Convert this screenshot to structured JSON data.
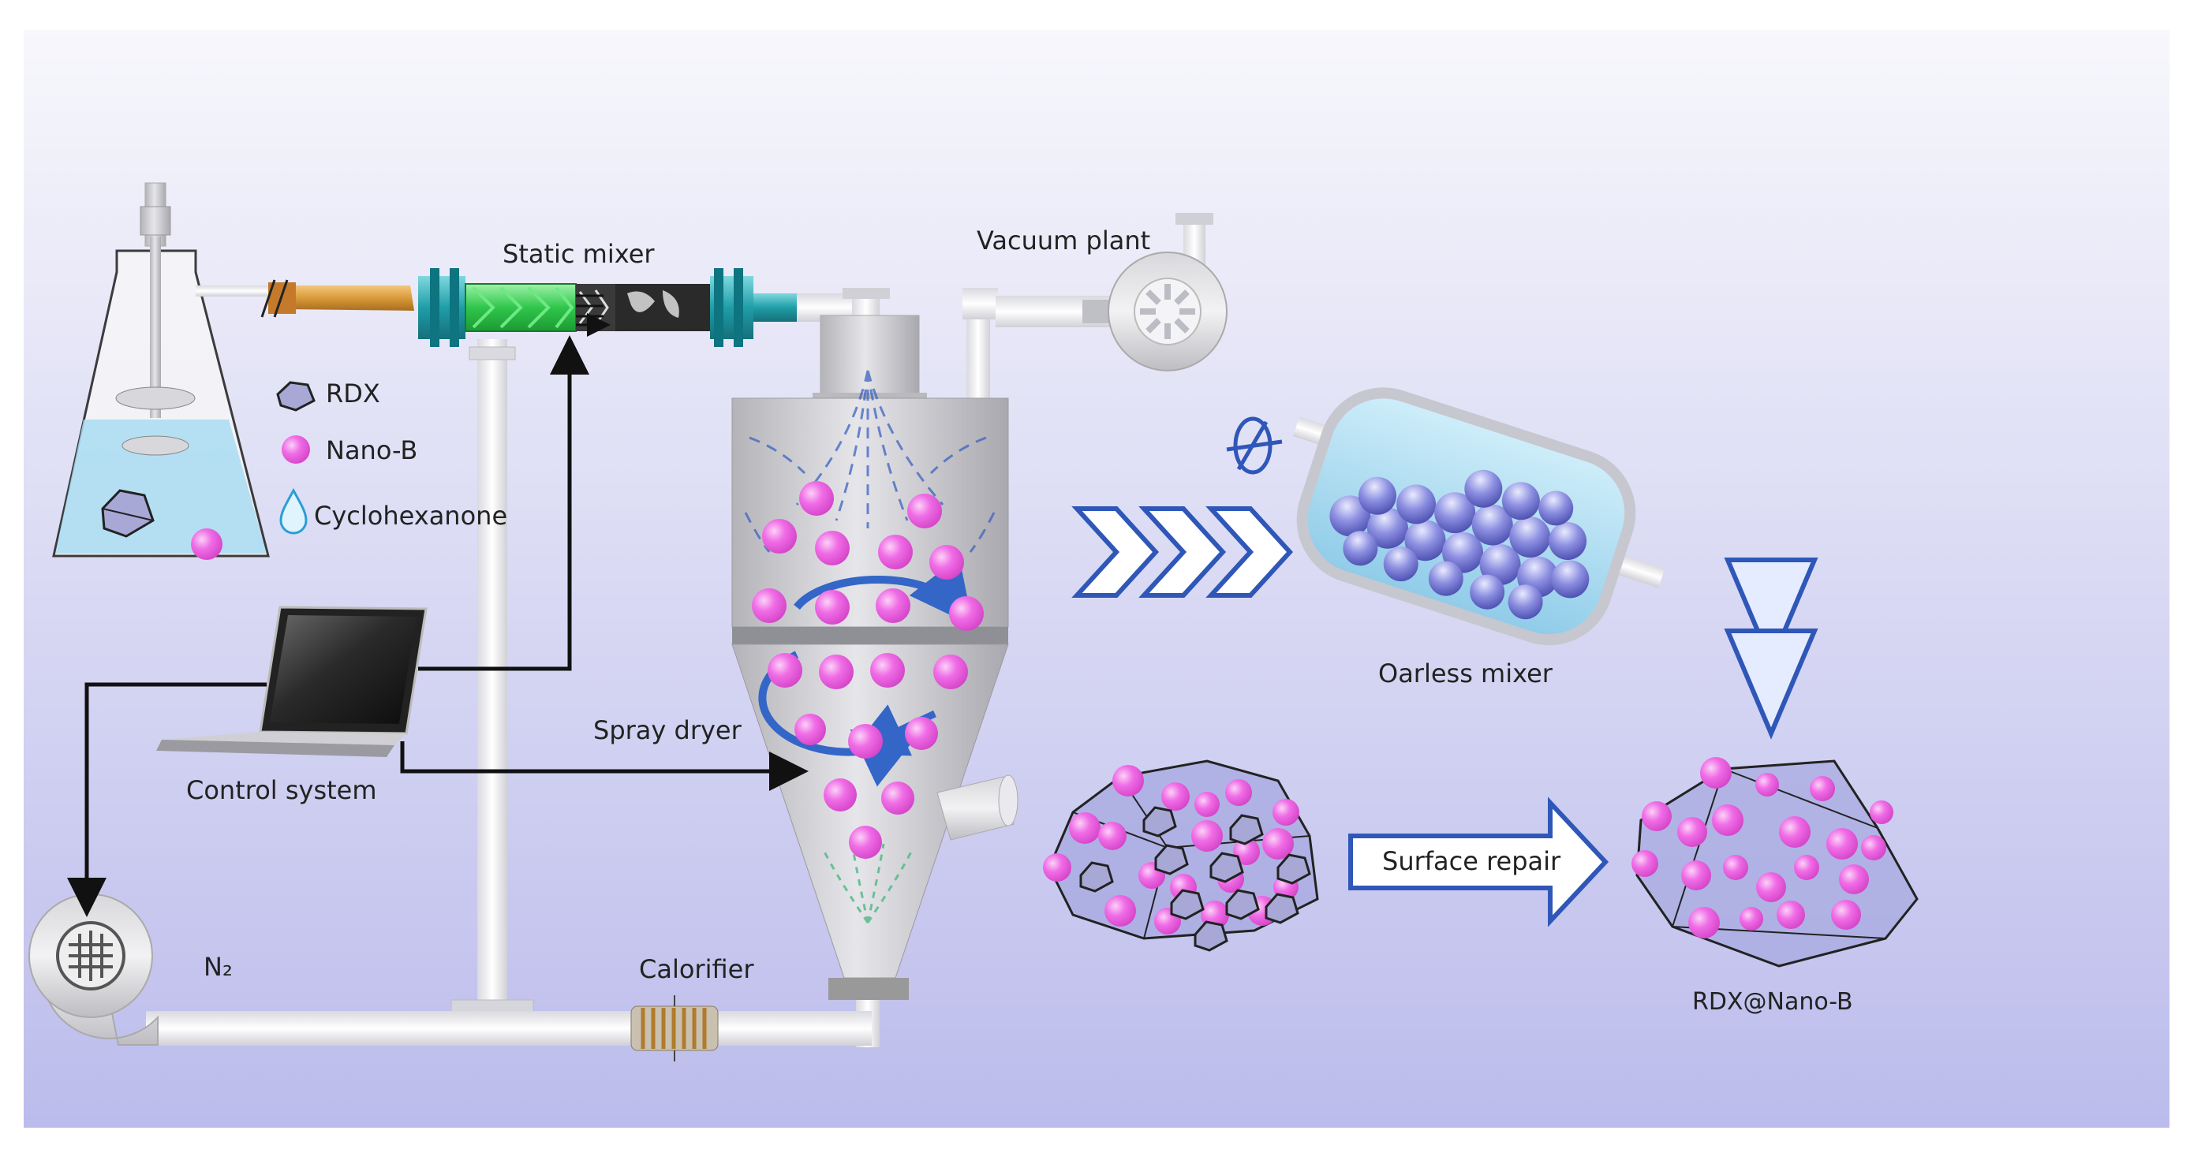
{
  "labels": {
    "static_mixer": "Static mixer",
    "vacuum_plant": "Vacuum plant",
    "legend_rdx": "RDX",
    "legend_nanob": "Nano-B",
    "legend_solvent": "Cyclohexanone",
    "control_system": "Control system",
    "spray_dryer": "Spray dryer",
    "oarless_mixer": "Oarless mixer",
    "surface_repair": "Surface repair",
    "n2": "N₂",
    "calorifier": "Calorifier",
    "product": "RDX@Nano-B"
  },
  "colors": {
    "background_top": "#f6f6fb",
    "background_bottom": "#bdbdec",
    "particle": "#f06ce6",
    "sphere": "#8b8ee0",
    "arrow_blue": "#2f57b8",
    "liquid": "#a9dcf2",
    "mixer_green": "#3ccf5a",
    "steel": "#c9c9cc"
  },
  "icons": {
    "laptop": "laptop-icon",
    "blower": "blower-fan-icon",
    "pump": "vacuum-pump-icon",
    "droplet": "droplet-icon",
    "crystal": "crystal-icon"
  }
}
